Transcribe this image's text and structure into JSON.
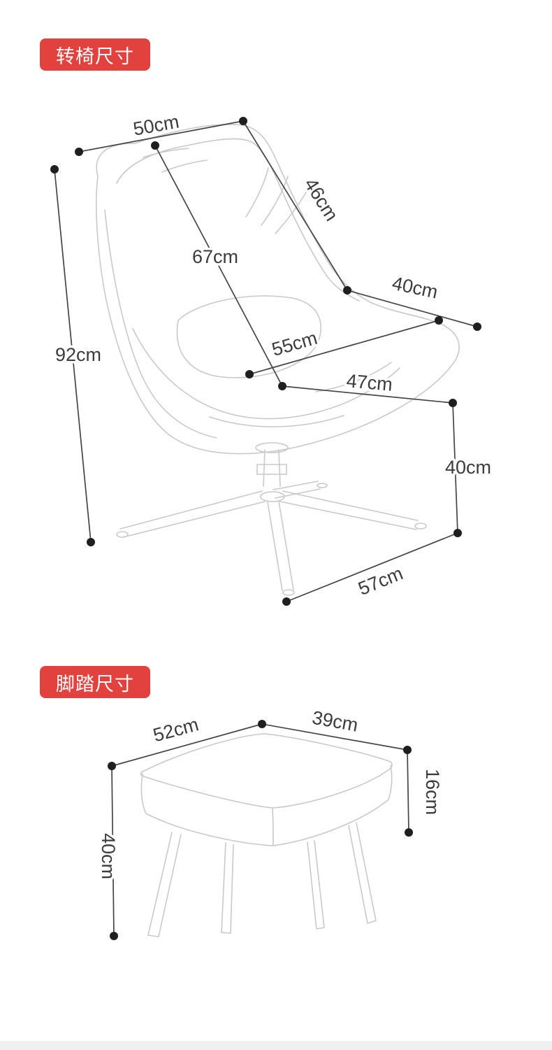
{
  "colors": {
    "badge_bg": "#e2413d",
    "badge_text": "#ffffff",
    "dim_line": "#454545",
    "dot": "#1f1f1f",
    "art_line": "#c9c9c9",
    "label_text": "#3c3c3c"
  },
  "chair": {
    "badge_label": "转椅尺寸",
    "dimensions": {
      "top_width": "50cm",
      "backrest_height": "46cm",
      "back_length": "67cm",
      "arm_depth": "40cm",
      "total_height": "92cm",
      "seat_width": "55cm",
      "seat_depth": "47cm",
      "seat_height": "40cm",
      "base_width": "57cm"
    }
  },
  "stool": {
    "badge_label": "脚踏尺寸",
    "dimensions": {
      "length": "52cm",
      "width": "39cm",
      "cushion_height": "16cm",
      "total_height": "40cm"
    }
  }
}
